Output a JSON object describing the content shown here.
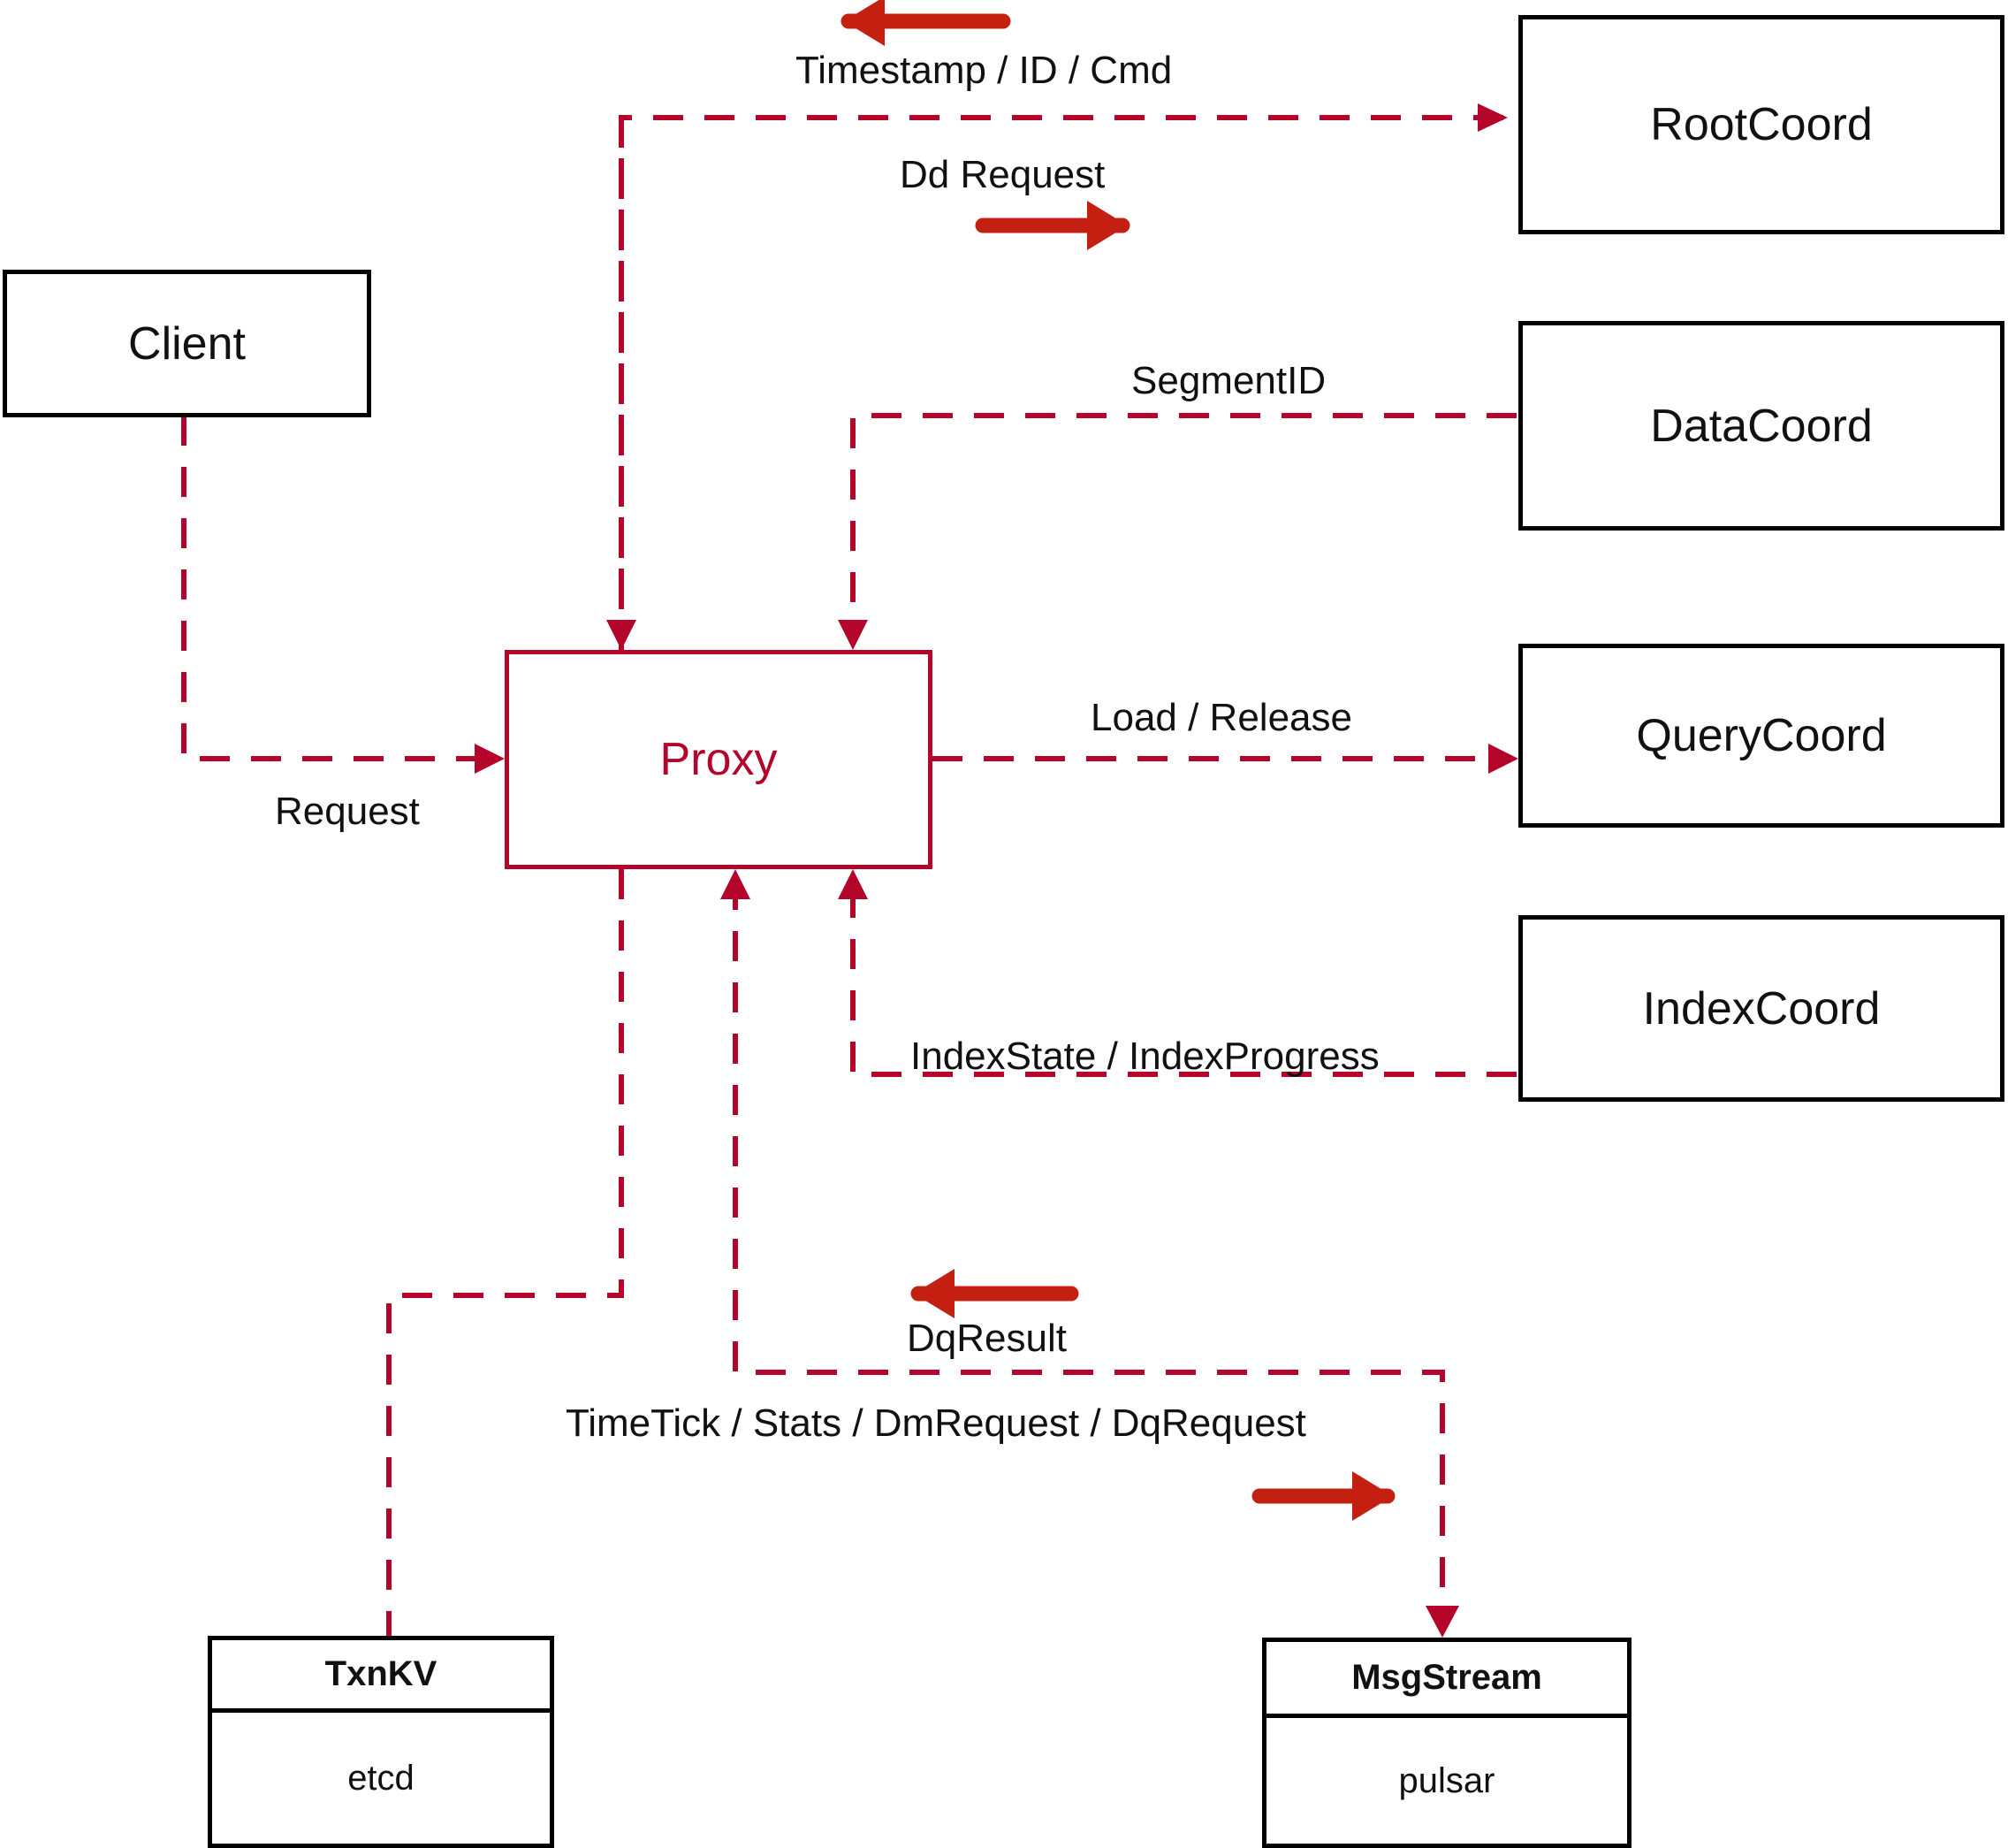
{
  "diagram": {
    "title": "Milvus Proxy interaction diagram",
    "colors": {
      "dashed_edge": "#B4062B",
      "proxy_border": "#B4062B",
      "proxy_text": "#B4062B",
      "solid_arrow": "#C42012",
      "node_border": "#000000",
      "node_text": "#111111",
      "background": "#FFFFFF"
    }
  },
  "nodes": {
    "client": {
      "label": "Client"
    },
    "proxy": {
      "label": "Proxy"
    },
    "root_coord": {
      "label": "RootCoord"
    },
    "data_coord": {
      "label": "DataCoord"
    },
    "query_coord": {
      "label": "QueryCoord"
    },
    "index_coord": {
      "label": "IndexCoord"
    },
    "txnkv": {
      "title": "TxnKV",
      "impl": "etcd"
    },
    "msgstream": {
      "title": "MsgStream",
      "impl": "pulsar"
    }
  },
  "edge_labels": {
    "timestamp_id_cmd": "Timestamp / ID / Cmd",
    "dd_request": "Dd Request",
    "segment_id": "SegmentID",
    "request": "Request",
    "load_release": "Load / Release",
    "index_state_progress": "IndexState / IndexProgress",
    "dq_result": "DqResult",
    "timetick_stats": "TimeTick / Stats / DmRequest / DqRequest"
  }
}
